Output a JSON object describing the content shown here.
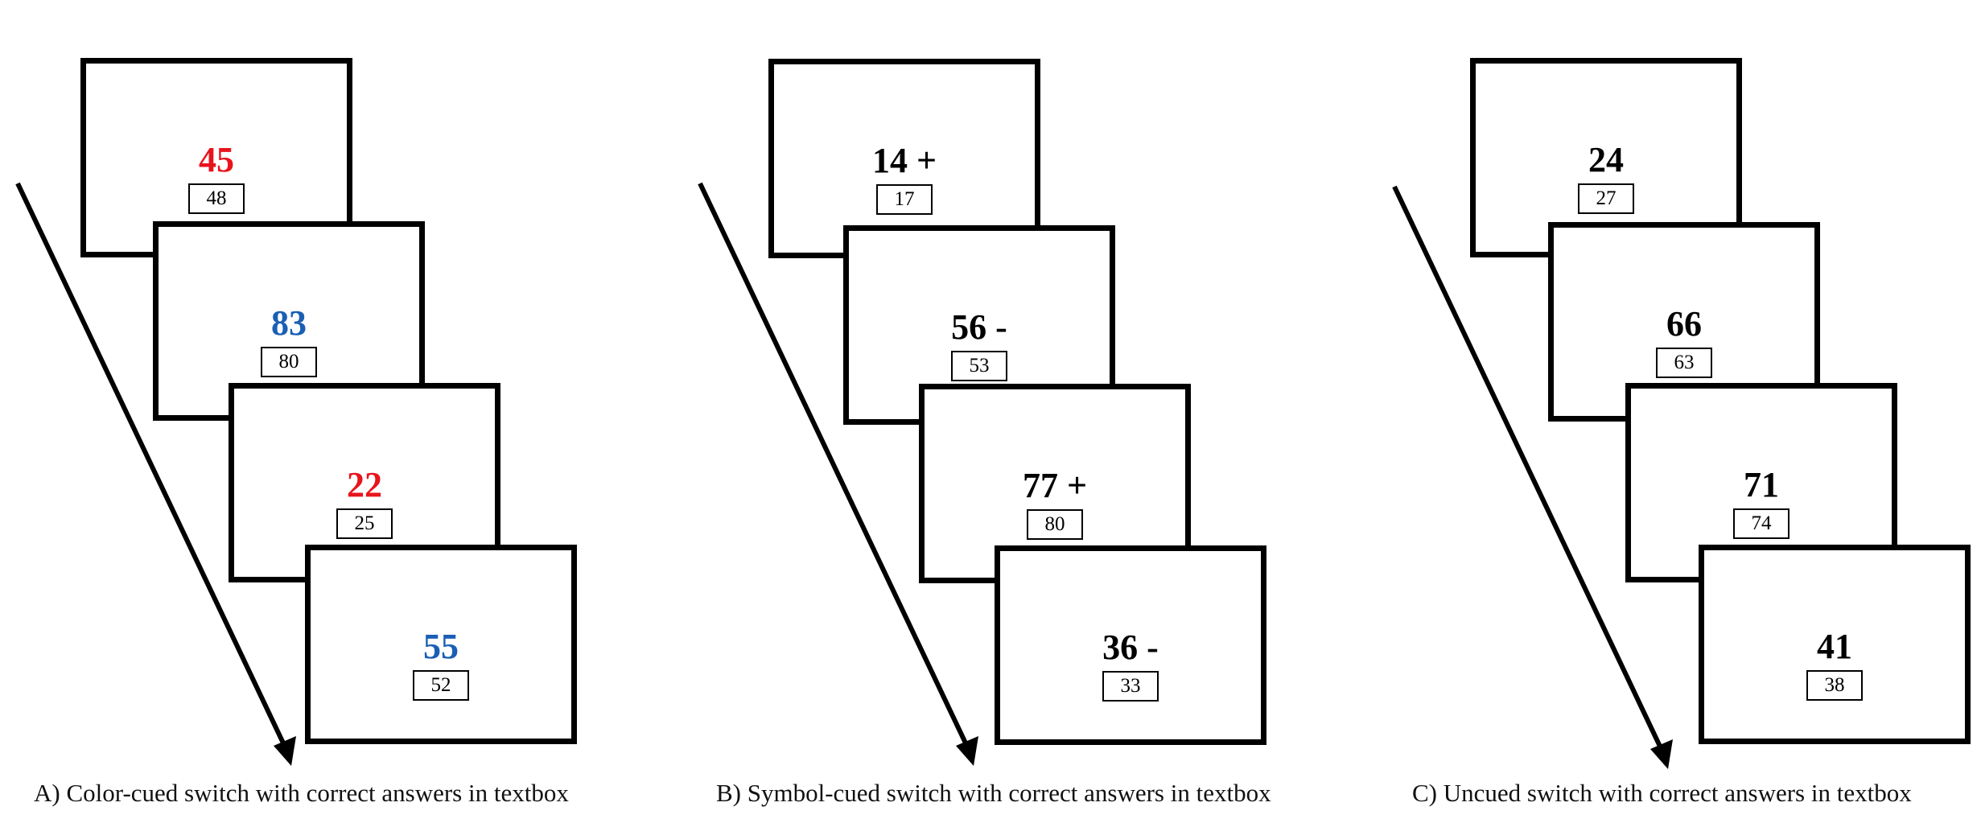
{
  "panels": [
    {
      "id": "a",
      "caption": "A) Color-cued switch with correct answers in textbox",
      "screens": [
        {
          "stimulus": "45",
          "answer": "48",
          "color": "#e8141c"
        },
        {
          "stimulus": "83",
          "answer": "80",
          "color": "#1a5fb4"
        },
        {
          "stimulus": "22",
          "answer": "25",
          "color": "#e8141c"
        },
        {
          "stimulus": "55",
          "answer": "52",
          "color": "#1a5fb4"
        }
      ]
    },
    {
      "id": "b",
      "caption": "B) Symbol-cued switch with correct answers in textbox",
      "screens": [
        {
          "stimulus": "14 +",
          "answer": "17",
          "color": "#000000"
        },
        {
          "stimulus": "56 -",
          "answer": "53",
          "color": "#000000"
        },
        {
          "stimulus": "77 +",
          "answer": "80",
          "color": "#000000"
        },
        {
          "stimulus": "36 -",
          "answer": "33",
          "color": "#000000"
        }
      ]
    },
    {
      "id": "c",
      "caption": "C) Uncued switch with correct answers in textbox",
      "screens": [
        {
          "stimulus": "24",
          "answer": "27",
          "color": "#000000"
        },
        {
          "stimulus": "66",
          "answer": "63",
          "color": "#000000"
        },
        {
          "stimulus": "71",
          "answer": "74",
          "color": "#000000"
        },
        {
          "stimulus": "41",
          "answer": "38",
          "color": "#000000"
        }
      ]
    }
  ]
}
